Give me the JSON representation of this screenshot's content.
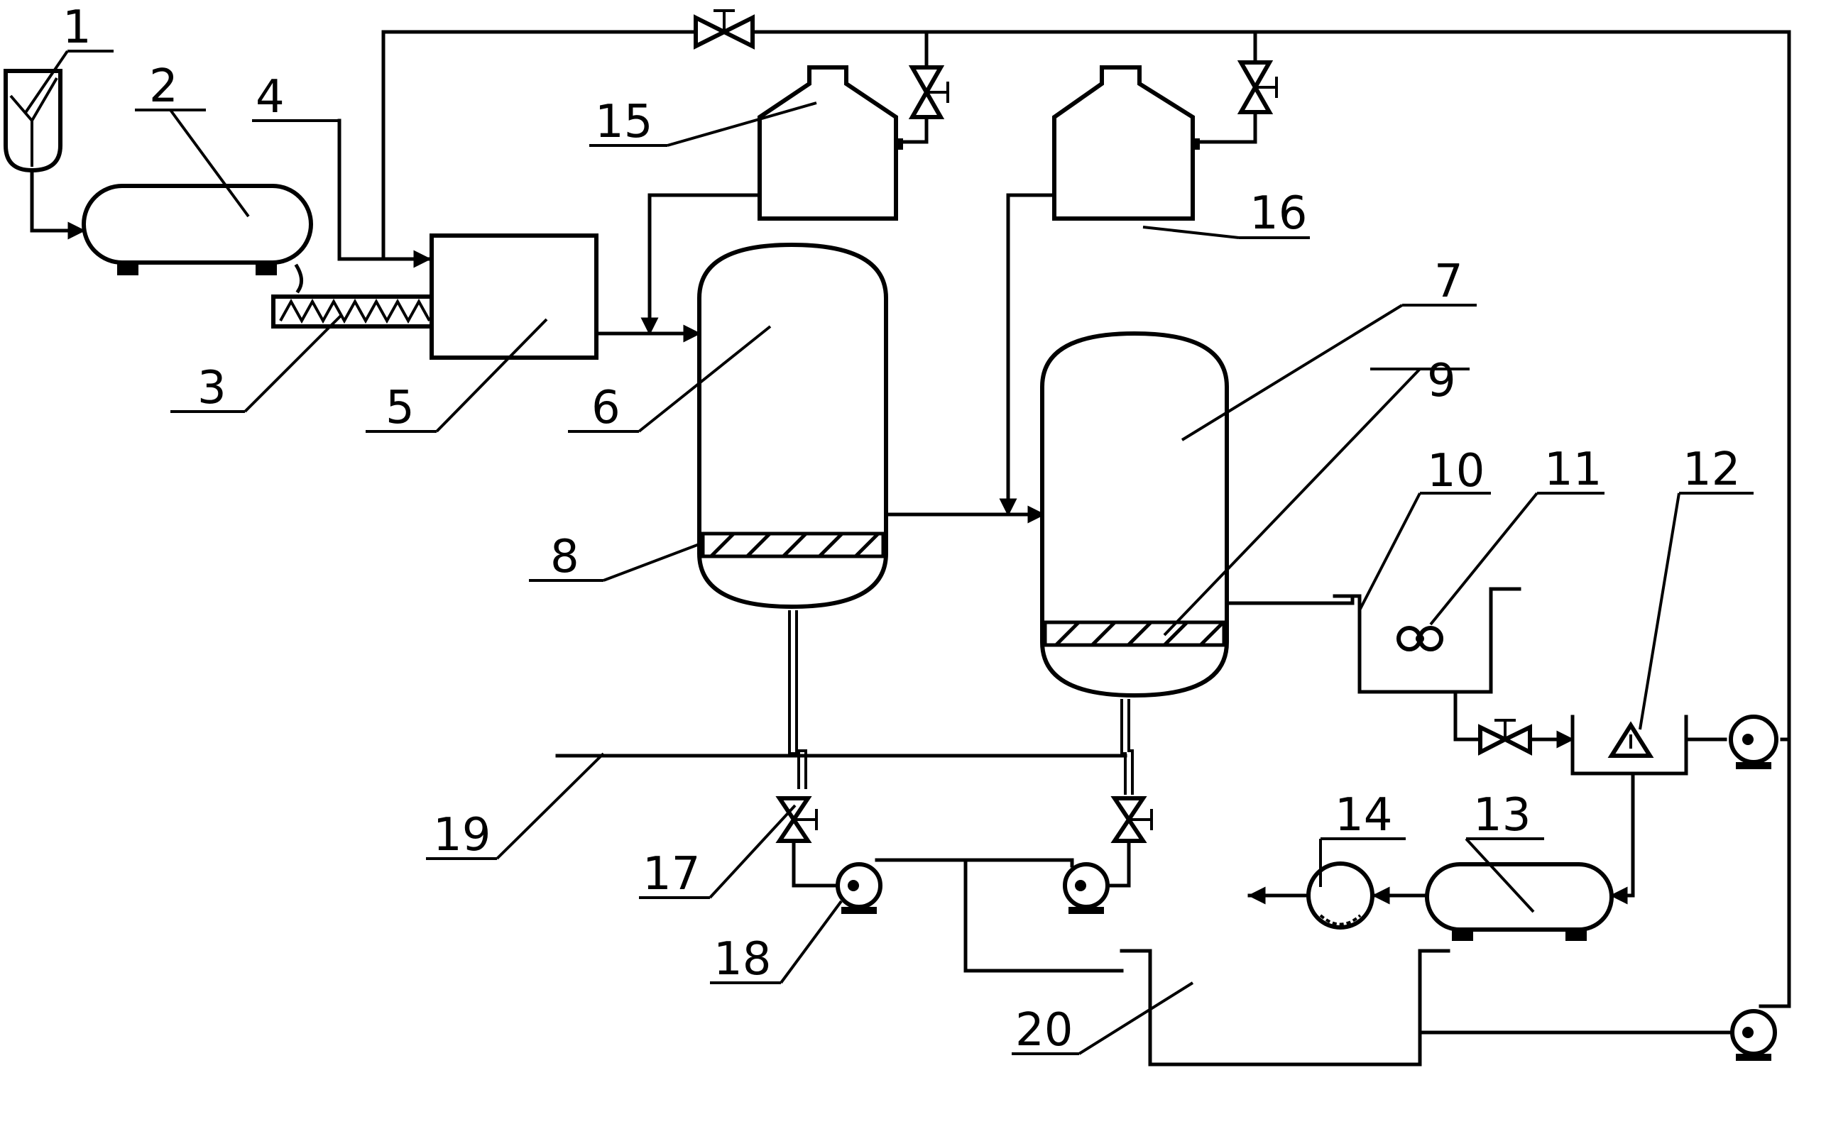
{
  "diagram": {
    "labels": [
      {
        "id": "l1",
        "text": "1"
      },
      {
        "id": "l2",
        "text": "2"
      },
      {
        "id": "l3",
        "text": "3"
      },
      {
        "id": "l4",
        "text": "4"
      },
      {
        "id": "l5",
        "text": "5"
      },
      {
        "id": "l6",
        "text": "6"
      },
      {
        "id": "l7",
        "text": "7"
      },
      {
        "id": "l8",
        "text": "8"
      },
      {
        "id": "l9",
        "text": "9"
      },
      {
        "id": "l10",
        "text": "10"
      },
      {
        "id": "l11",
        "text": "11"
      },
      {
        "id": "l12",
        "text": "12"
      },
      {
        "id": "l13",
        "text": "13"
      },
      {
        "id": "l14",
        "text": "14"
      },
      {
        "id": "l15",
        "text": "15"
      },
      {
        "id": "l16",
        "text": "16"
      },
      {
        "id": "l17",
        "text": "17"
      },
      {
        "id": "l18",
        "text": "18"
      },
      {
        "id": "l19",
        "text": "19"
      },
      {
        "id": "l20",
        "text": "20"
      }
    ],
    "colors": {
      "line": "#000000",
      "background": "#ffffff"
    }
  }
}
